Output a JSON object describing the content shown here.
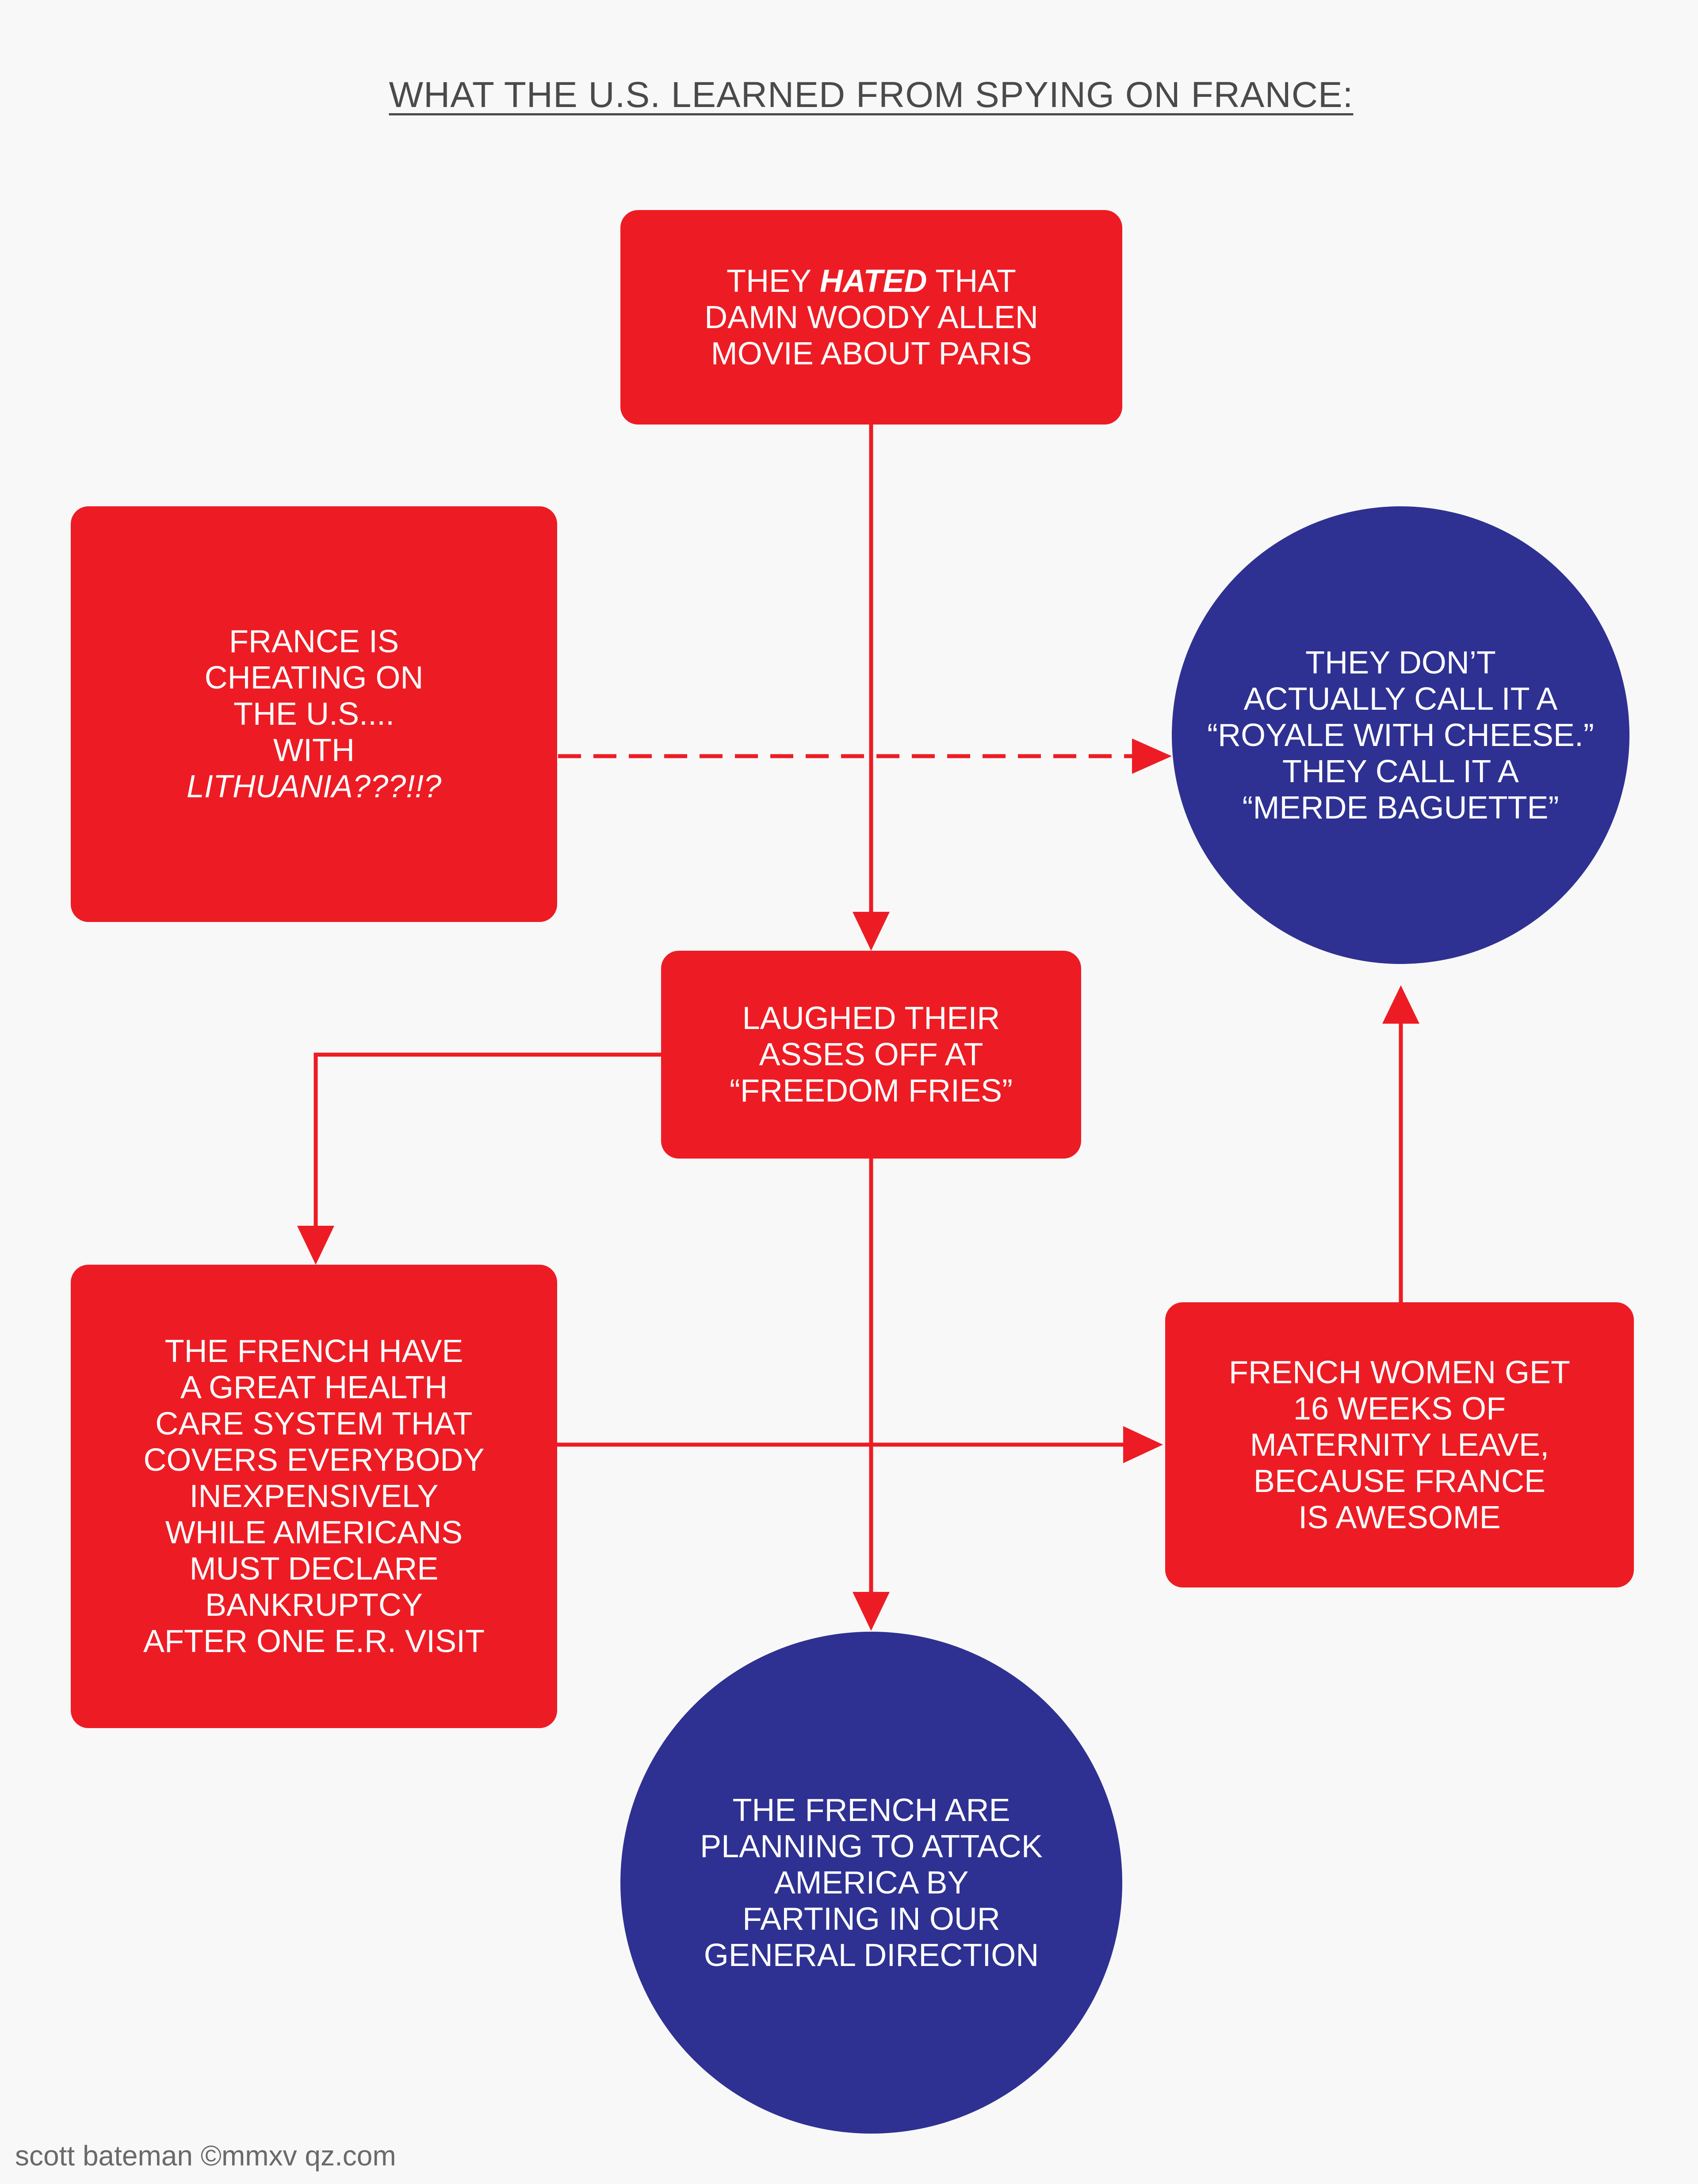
{
  "title": "WHAT THE U.S. LEARNED FROM SPYING ON FRANCE:",
  "colors": {
    "box": "#ed1c24",
    "circle": "#2e3192",
    "arrow": "#ed1c24",
    "background": "#f8f8f8"
  },
  "nodes": {
    "woody_allen": {
      "pre": "THEY ",
      "emph": "HATED",
      "post": " THAT\nDAMN WOODY ALLEN\nMOVIE ABOUT PARIS"
    },
    "lithuania": {
      "text": "FRANCE IS\nCHEATING ON\nTHE U.S....\nWITH",
      "emph": "LITHUANIA???!!?"
    },
    "royale": {
      "text": "THEY DON’T\nACTUALLY CALL IT A\n“ROYALE WITH CHEESE.”\nTHEY CALL IT A\n“MERDE BAGUETTE”"
    },
    "freedom_fries": {
      "text": "LAUGHED THEIR\nASSES OFF AT\n“FREEDOM FRIES”"
    },
    "health_care": {
      "text": "THE FRENCH HAVE\nA GREAT HEALTH\nCARE SYSTEM THAT\nCOVERS EVERYBODY\nINEXPENSIVELY\nWHILE AMERICANS\nMUST DECLARE\nBANKRUPTCY\nAFTER ONE E.R. VISIT"
    },
    "maternity": {
      "text": "FRENCH WOMEN GET\n16 WEEKS OF\nMATERNITY LEAVE,\nBECAUSE FRANCE\nIS AWESOME"
    },
    "farting": {
      "text": "THE FRENCH ARE\nPLANNING TO ATTACK\nAMERICA BY\nFARTING IN OUR\nGENERAL DIRECTION"
    }
  },
  "footer": "scott bateman ©mmxv qz.com"
}
